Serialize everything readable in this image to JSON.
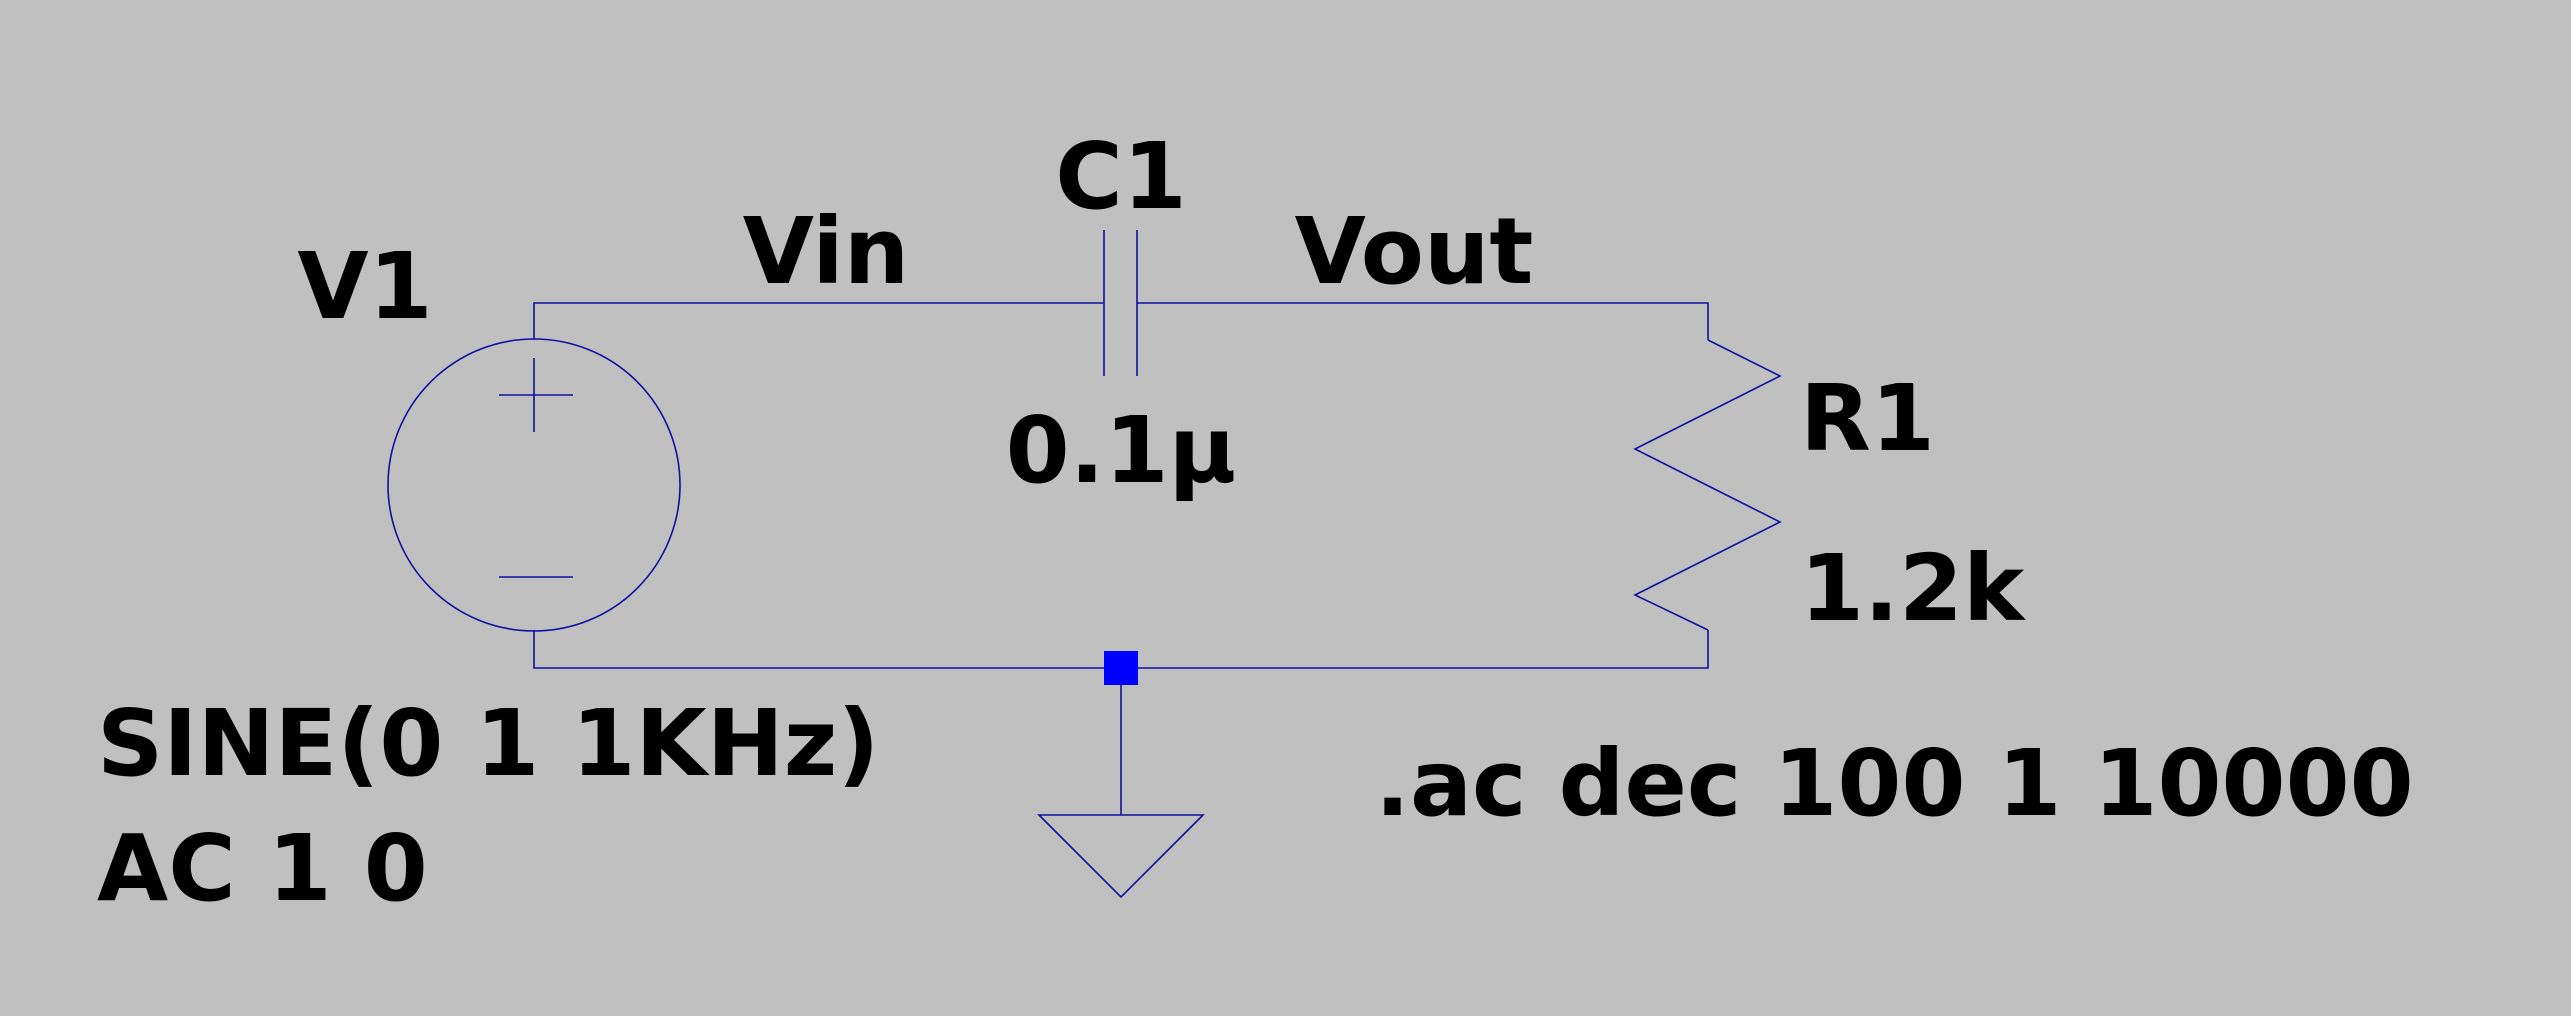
{
  "source": {
    "ref": "V1",
    "function": "SINE(0 1 1KHz)",
    "ac": "AC 1 0",
    "plus_symbol": "+",
    "minus_symbol": "−"
  },
  "capacitor": {
    "ref": "C1",
    "value": "0.1µ"
  },
  "resistor": {
    "ref": "R1",
    "value": "1.2k"
  },
  "nets": {
    "input": "Vin",
    "output": "Vout"
  },
  "directive": ".ac dec 100 1 10000",
  "colors": {
    "background": "#c0c0c0",
    "wire": "#1010a0",
    "junction": "#0000ff",
    "text": "#000000"
  }
}
